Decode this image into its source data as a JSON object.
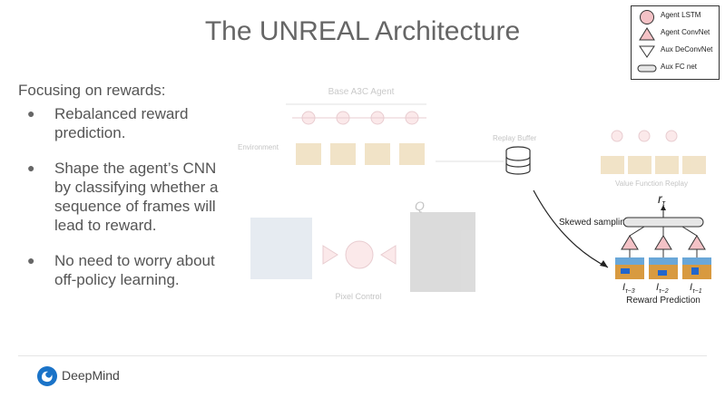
{
  "slide": {
    "title": "The UNREAL Architecture",
    "subheading": "Focusing on rewards:",
    "bullets": [
      "Rebalanced reward prediction.",
      "Shape the agent’s CNN by classifying whether a sequence of frames will lead to reward.",
      "No need to worry about off-policy learning."
    ]
  },
  "legend": {
    "items": [
      {
        "label": "Agent LSTM",
        "icon": "circle-icon"
      },
      {
        "label": "Agent ConvNet",
        "icon": "triangle-up-icon"
      },
      {
        "label": "Aux DeConvNet",
        "icon": "triangle-down-icon"
      },
      {
        "label": "Aux FC net",
        "icon": "rounded-bar-icon"
      }
    ]
  },
  "diagram": {
    "base_agent_label": "Base A3C Agent",
    "env_label": "Environment",
    "replay_buffer_label": "Replay Buffer",
    "value_replay_label": "Value Function Replay",
    "pixel_control_label": "Pixel Control",
    "q_label": "Q",
    "skewed_sampling_label": "Skewed sampling",
    "reward_symbol": "r",
    "reward_subscript": "τ",
    "reward_inputs": [
      {
        "base": "I",
        "sub": "τ−3"
      },
      {
        "base": "I",
        "sub": "τ−2"
      },
      {
        "base": "I",
        "sub": "τ−1"
      }
    ],
    "reward_prediction_label": "Reward Prediction"
  },
  "footer": {
    "brand": "DeepMind"
  },
  "colors": {
    "lstm_fill": "#f4c2c6",
    "lstm_stroke": "#c0707a",
    "fc_fill": "#e6e6e6",
    "accent": "#1a73c8"
  }
}
